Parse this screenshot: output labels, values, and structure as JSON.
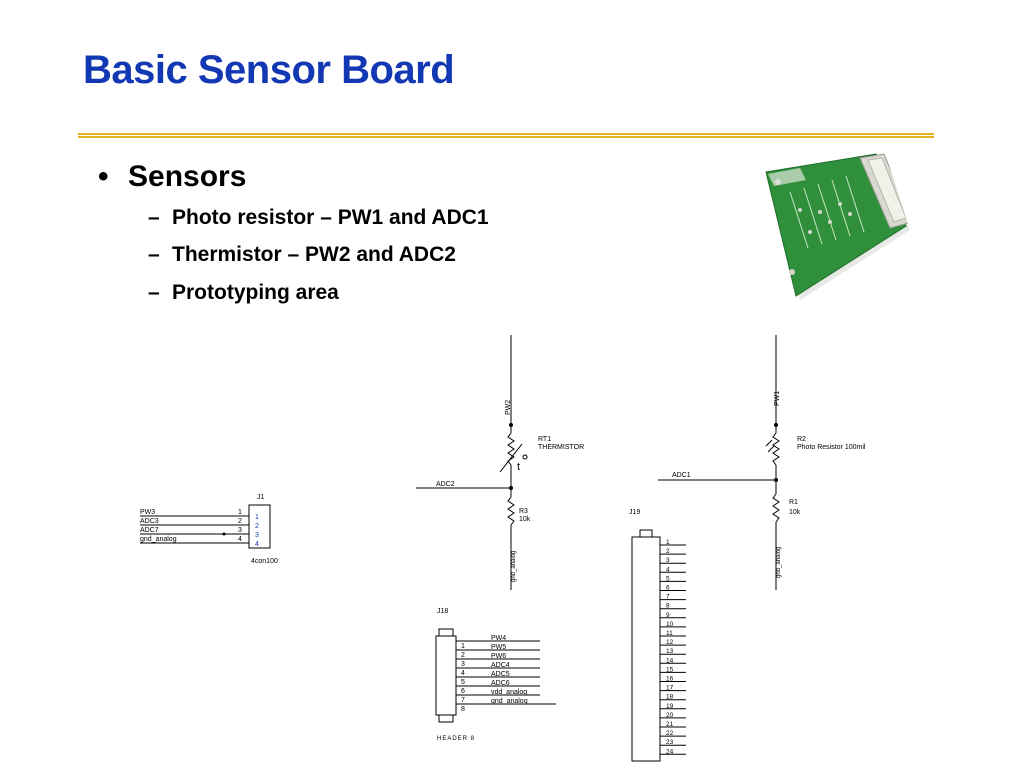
{
  "slide": {
    "title": "Basic Sensor Board",
    "colors": {
      "title": "#1338b4",
      "rule": "#e2b61a",
      "pcb": "#2f8f3a"
    },
    "bullet": {
      "marker": "•",
      "text": "Sensors"
    },
    "subbullets": [
      {
        "dash": "–",
        "text": "Photo resistor – PW1 and ADC1"
      },
      {
        "dash": "–",
        "text": "Thermistor – PW2 and ADC2"
      },
      {
        "dash": "–",
        "text": "Prototyping area"
      }
    ]
  },
  "schematic": {
    "j1": {
      "ref": "J1",
      "value": "4con100",
      "nets": [
        "PW3",
        "ADC3",
        "ADC7",
        "gnd_analog"
      ],
      "pins": [
        "1",
        "2",
        "3",
        "4"
      ],
      "inner_pins": [
        "1",
        "2",
        "3",
        "4"
      ]
    },
    "thermistor": {
      "net_top": "PW2",
      "ref": "RT1",
      "value": "THERMISTOR",
      "symbol": "t",
      "adc": "ADC2",
      "r_ref": "R3",
      "r_value": "10k",
      "ground": "gnd_analog"
    },
    "photo": {
      "net_top": "PW1",
      "ref": "R2",
      "value": "Photo Resistor 100mil",
      "adc": "ADC1",
      "r_ref": "R1",
      "r_value": "10k",
      "ground": "gnd_analog"
    },
    "j18": {
      "ref": "J18",
      "value": "HEADER 8",
      "pins": [
        "1",
        "2",
        "3",
        "4",
        "5",
        "6",
        "7",
        "8"
      ],
      "nets": [
        "PW4",
        "PW5",
        "PW6",
        "ADC4",
        "ADC5",
        "ADC6",
        "vdd_analog",
        "gnd_analog"
      ]
    },
    "j19": {
      "ref": "J19",
      "pins": [
        "1",
        "2",
        "3",
        "4",
        "5",
        "6",
        "7",
        "8",
        "9",
        "10",
        "11",
        "12",
        "13",
        "14",
        "15",
        "16",
        "17",
        "18",
        "19",
        "20",
        "21",
        "22",
        "23",
        "24"
      ]
    }
  }
}
